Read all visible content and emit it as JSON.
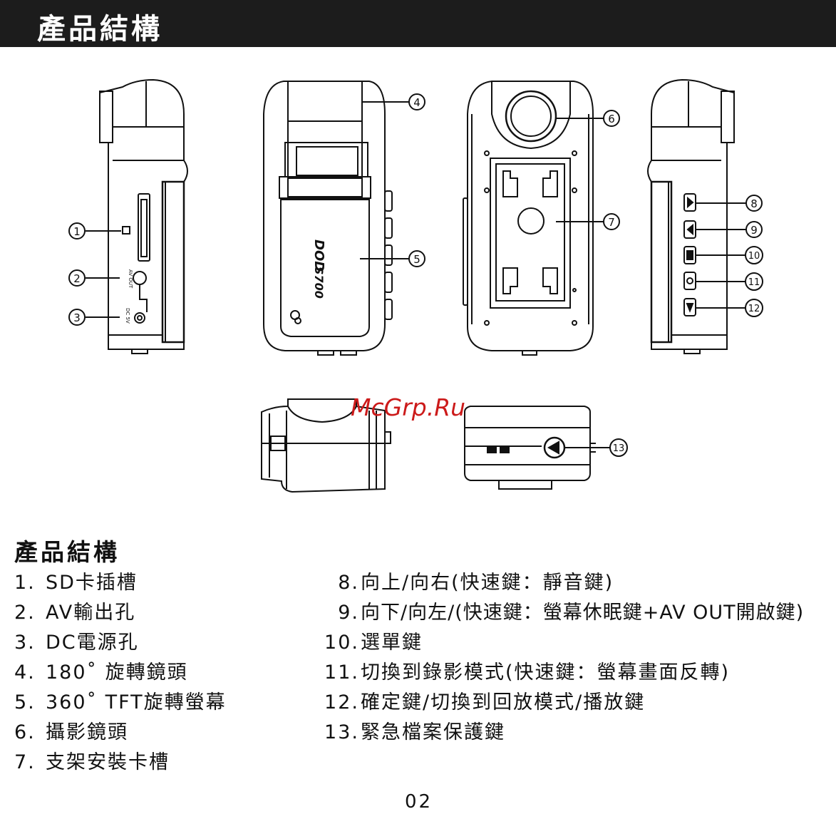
{
  "header": {
    "title": "產品結構"
  },
  "diagram": {
    "callouts": [
      "1",
      "2",
      "3",
      "4",
      "5",
      "6",
      "7",
      "8",
      "9",
      "10",
      "11",
      "12",
      "13"
    ],
    "device_labels": {
      "sd_label": "□",
      "av_label": "AV OUT",
      "dc_label": "DC 5V",
      "model": "S700",
      "brand_mark": "DOD"
    }
  },
  "watermark": "McGrp.Ru",
  "section": {
    "title": "產品結構"
  },
  "parts_left": [
    {
      "num": "1.",
      "label": "SD卡插槽"
    },
    {
      "num": "2.",
      "label": "AV輸出孔"
    },
    {
      "num": "3.",
      "label": "DC電源孔"
    },
    {
      "num": "4.",
      "label": "180˚ 旋轉鏡頭"
    },
    {
      "num": "5.",
      "label": "360˚ TFT旋轉螢幕"
    },
    {
      "num": "6.",
      "label": "攝影鏡頭"
    },
    {
      "num": "7.",
      "label": "支架安裝卡槽"
    }
  ],
  "parts_right": [
    {
      "num": "8.",
      "label": "向上/向右(快速鍵：靜音鍵)"
    },
    {
      "num": "9.",
      "label": "向下/向左/(快速鍵：螢幕休眠鍵+AV OUT開啟鍵)"
    },
    {
      "num": "10.",
      "label": "選單鍵"
    },
    {
      "num": "11.",
      "label": "切換到錄影模式(快速鍵：螢幕畫面反轉)"
    },
    {
      "num": "12.",
      "label": "確定鍵/切換到回放模式/播放鍵"
    },
    {
      "num": "13.",
      "label": "緊急檔案保護鍵"
    }
  ],
  "page_number": "02",
  "colors": {
    "header_bg": "#1c1c1c",
    "watermark": "#cc1a1a",
    "ink": "#111111"
  }
}
